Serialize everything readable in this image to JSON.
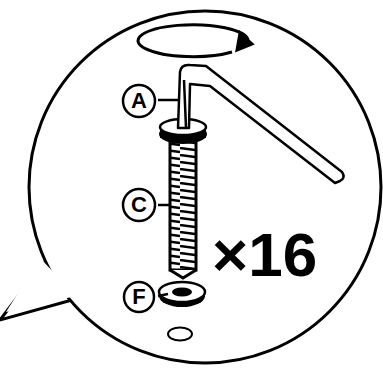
{
  "diagram": {
    "nodes": [
      {
        "text": [
          "A"
        ]
      },
      {
        "text": [
          "C"
        ]
      },
      {
        "text": [
          "F"
        ]
      }
    ],
    "labels": [
      "×16"
    ]
  }
}
